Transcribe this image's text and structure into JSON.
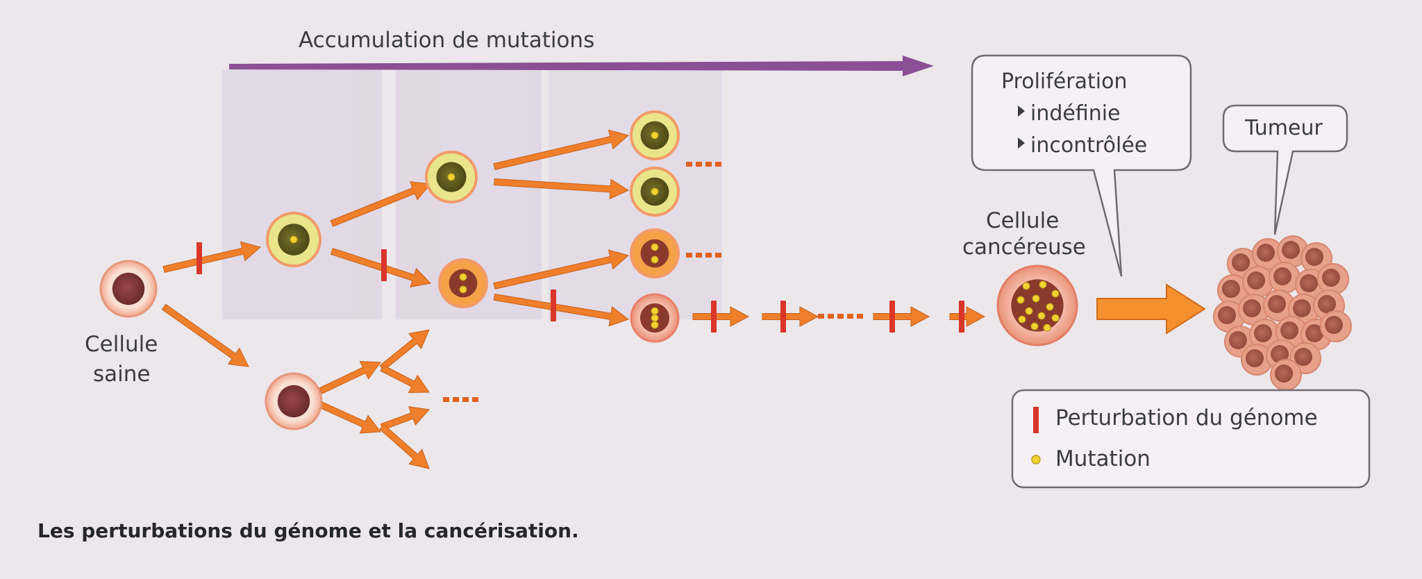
{
  "labels": {
    "accumulation": "Accumulation de mutations",
    "cell_healthy_line1": "Cellule",
    "cell_healthy_line2": "saine",
    "cell_cancer_line1": "Cellule",
    "cell_cancer_line2": "cancéreuse",
    "proliferation_title": "Prolifération",
    "proliferation_item1": "indéfinie",
    "proliferation_item2": "incontrôlée",
    "tumor": "Tumeur",
    "ellipsis": "----"
  },
  "legend": {
    "perturbation": "Perturbation du génome",
    "mutation": "Mutation"
  },
  "caption": "Les perturbations du génome et la cancérisation.",
  "colors": {
    "arrow_orange": "#f07f2c",
    "arrow_purple": "#8a4f95",
    "perturbation_red": "#d9362a",
    "mutation_yellow": "#f2d230",
    "cell_membrane": "#f7b49a",
    "nucleus_healthy": "#7a3034",
    "nucleus_olive": "#5f5a1c",
    "cytoplasm_yellow": "#e9e58a",
    "cytoplasm_orange": "#f5a148",
    "tumor_cell": "#e7a08a",
    "callout_border": "#6f6a73"
  }
}
